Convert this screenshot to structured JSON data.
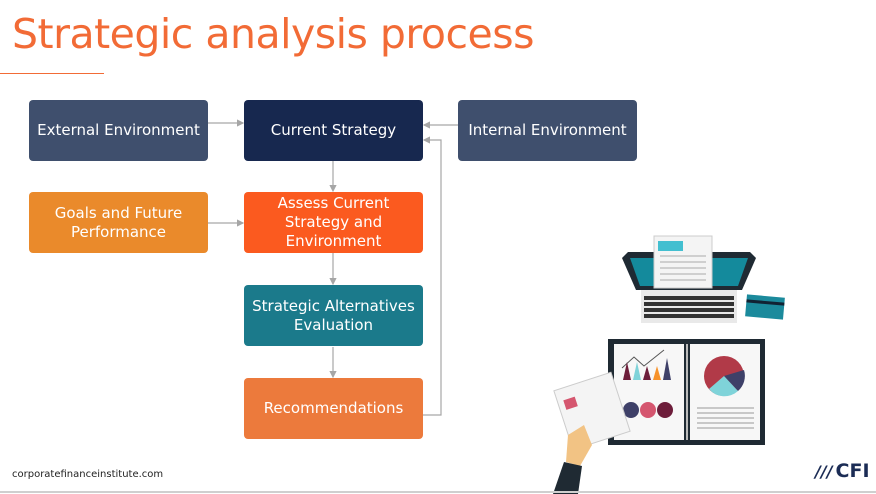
{
  "title": "Strategic analysis process",
  "boxes": {
    "external": "External Environment",
    "current": "Current Strategy",
    "internal": "Internal Environment",
    "goals": "Goals and Future Performance",
    "assess": "Assess Current Strategy and Environment",
    "alternatives": "Strategic Alternatives Evaluation",
    "recommendations": "Recommendations"
  },
  "colors": {
    "title": "#f26b36",
    "external": "#3f4f6d",
    "current": "#17284f",
    "internal": "#3f4f6d",
    "goals": "#ea8a2b",
    "assess": "#fb5a1f",
    "alternatives": "#1b7a8b",
    "recommendations": "#ec7a3c"
  },
  "footer": {
    "url": "corporatefinanceinstitute.com",
    "logo": "CFI"
  }
}
